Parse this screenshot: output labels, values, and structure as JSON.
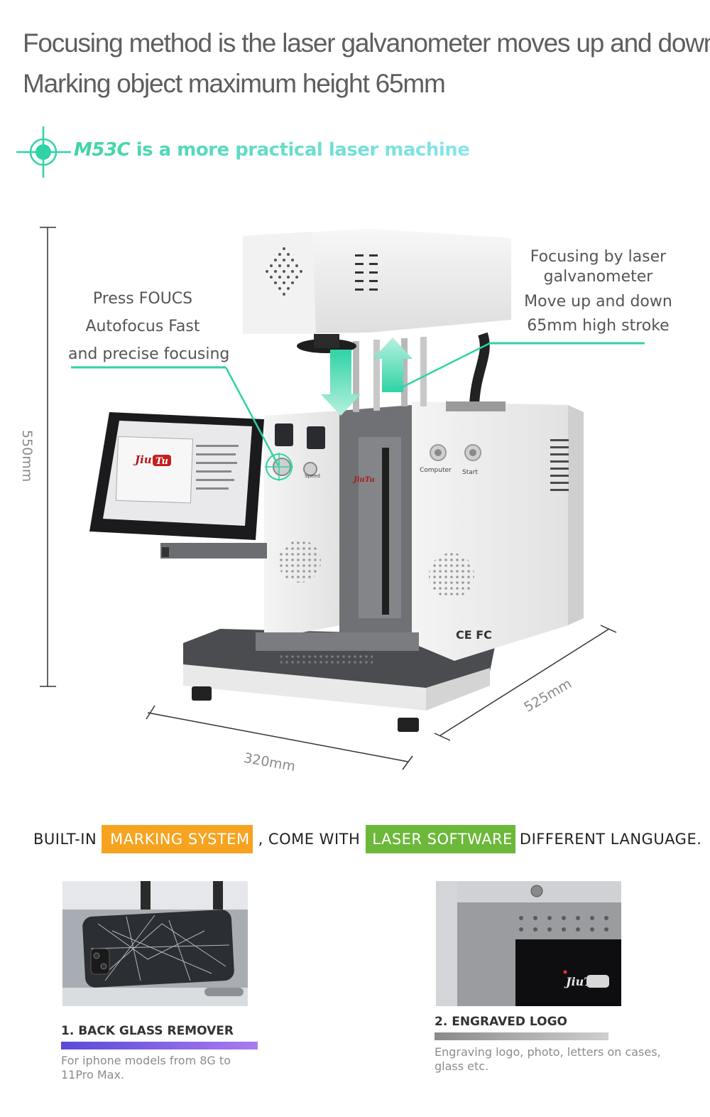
{
  "headline": {
    "line1": "Focusing method is the laser galvanometer moves up and down",
    "line2": "Marking object maximum height 65mm"
  },
  "tagline": {
    "model": "M53C",
    "text": " is a more practical laser machine",
    "icon": "crosshair-icon"
  },
  "machine": {
    "brand_logo": "JiuTu",
    "buttons": [
      "Computer",
      "Start"
    ],
    "knob_label": "Speed",
    "cert_marks": "CE FC"
  },
  "callouts": {
    "left": [
      "Press FOUCS",
      "Autofocus Fast",
      "and precise focusing"
    ],
    "right": [
      "Focusing by laser",
      "galvanometer",
      "Move up and down",
      "65mm high stroke"
    ]
  },
  "dimensions": {
    "height": "550mm",
    "width": "320mm",
    "depth": "525mm"
  },
  "builtin": {
    "prefix": "BUILT-IN",
    "chip1": "MARKING SYSTEM",
    "middle": ", COME WITH",
    "chip2": "LASER SOFTWARE",
    "suffix": "DIFFERENT LANGUAGE."
  },
  "features": [
    {
      "title": "1. BACK GLASS REMOVER",
      "desc": "For iphone models from 8G to 11Pro Max."
    },
    {
      "title": "2. ENGRAVED LOGO",
      "desc": "Engraving logo, photo, letters on cases, glass etc.",
      "logo": "JiuTu"
    }
  ],
  "colors": {
    "accent_teal": "#2fd3a6",
    "chip_orange": "#f6a320",
    "chip_green": "#6cb83a",
    "bar_purple": "#7b5ce6",
    "bar_gray": "#b3b3b3"
  }
}
